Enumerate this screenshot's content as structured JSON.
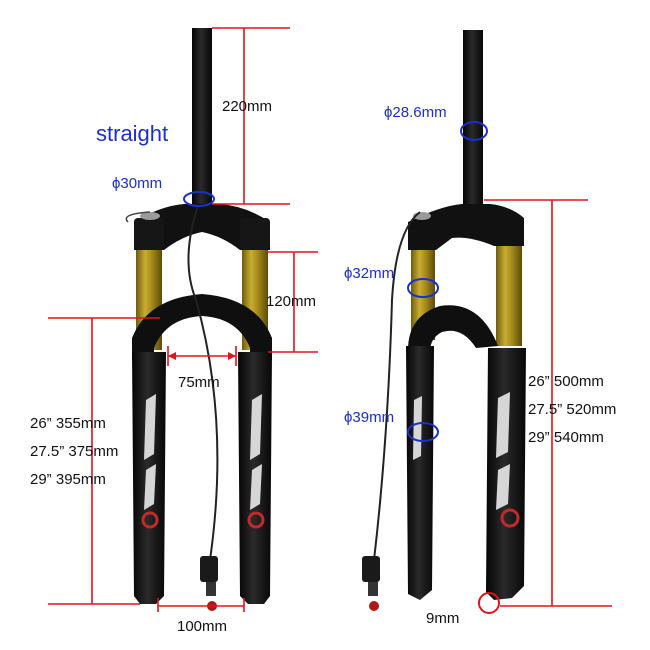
{
  "colors": {
    "dimension_line": "#e0141c",
    "annotation": "#1a2fd0",
    "fork_body": "#121212",
    "stanchion": "#b59a22",
    "highlight": "#d6d6d6",
    "text": "#111111"
  },
  "left_view": {
    "style_label": "straight",
    "steerer_diameter": "ϕ30mm",
    "steerer_length": "220mm",
    "stanchion_exposed": "120mm",
    "crown_spacing": "75mm",
    "axle_width": "100mm",
    "height_26": "26” 355mm",
    "height_27": "27.5” 375mm",
    "height_29": "29” 395mm"
  },
  "right_view": {
    "steerer_top_diameter": "ϕ28.6mm",
    "stanchion_diameter": "ϕ32mm",
    "lower_diameter": "ϕ39mm",
    "axle_slot": "9mm",
    "length_26": "26” 500mm",
    "length_27": "27.5” 520mm",
    "length_29": "29” 540mm"
  },
  "icons": {
    "lockout_remote": "remote-lockout-icon",
    "valve_cap": "valve-cap-icon"
  }
}
